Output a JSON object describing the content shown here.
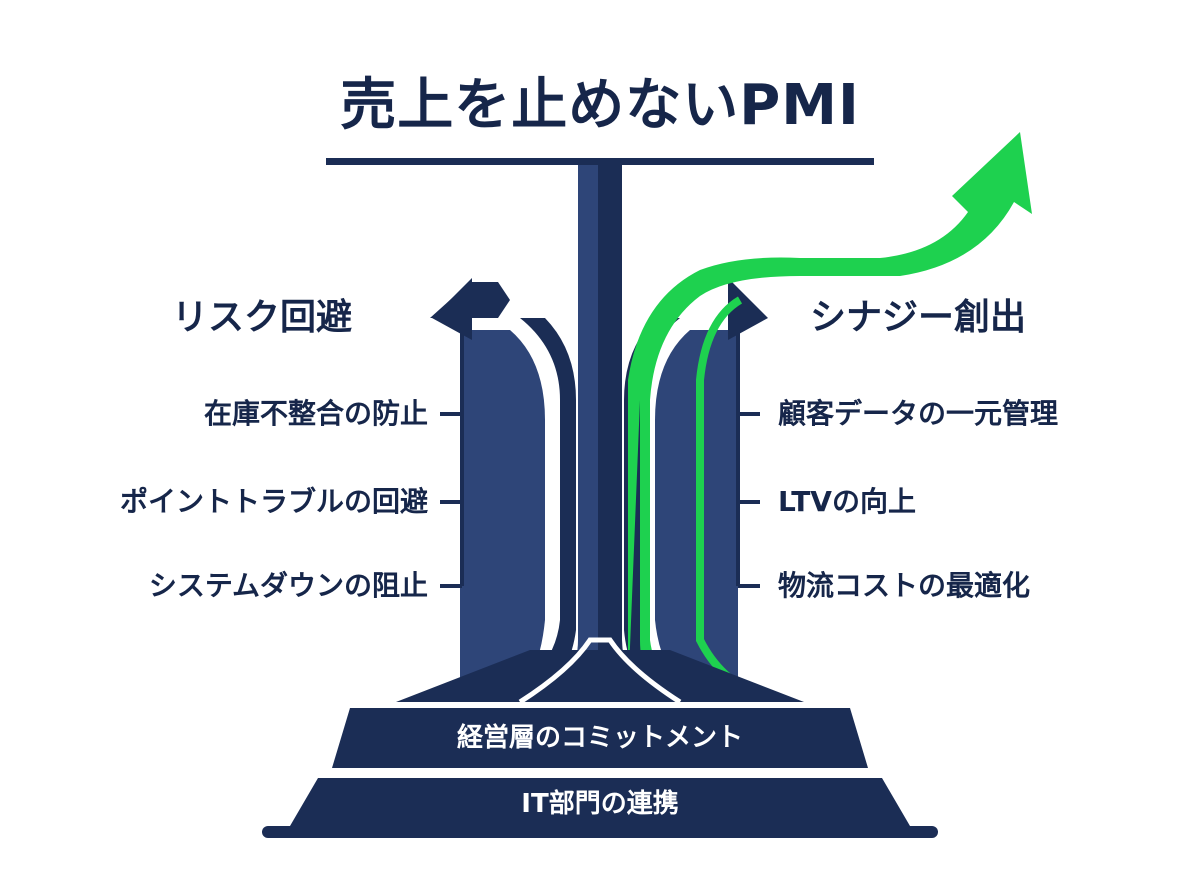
{
  "title": "売上を止めないPMI",
  "left_branch": {
    "heading": "リスク回避",
    "items": [
      "在庫不整合の防止",
      "ポイントトラブルの回避",
      "システムダウンの阻止"
    ]
  },
  "right_branch": {
    "heading": "シナジー創出",
    "items": [
      "顧客データの一元管理",
      "LTVの向上",
      "物流コストの最適化"
    ]
  },
  "foundation": {
    "upper": "経営層のコミットメント",
    "lower": "IT部門の連携"
  },
  "colors": {
    "navy": "#1b2d55",
    "navy_mid": "#2e4578",
    "green": "#1ed14f",
    "text": "#16264a"
  }
}
